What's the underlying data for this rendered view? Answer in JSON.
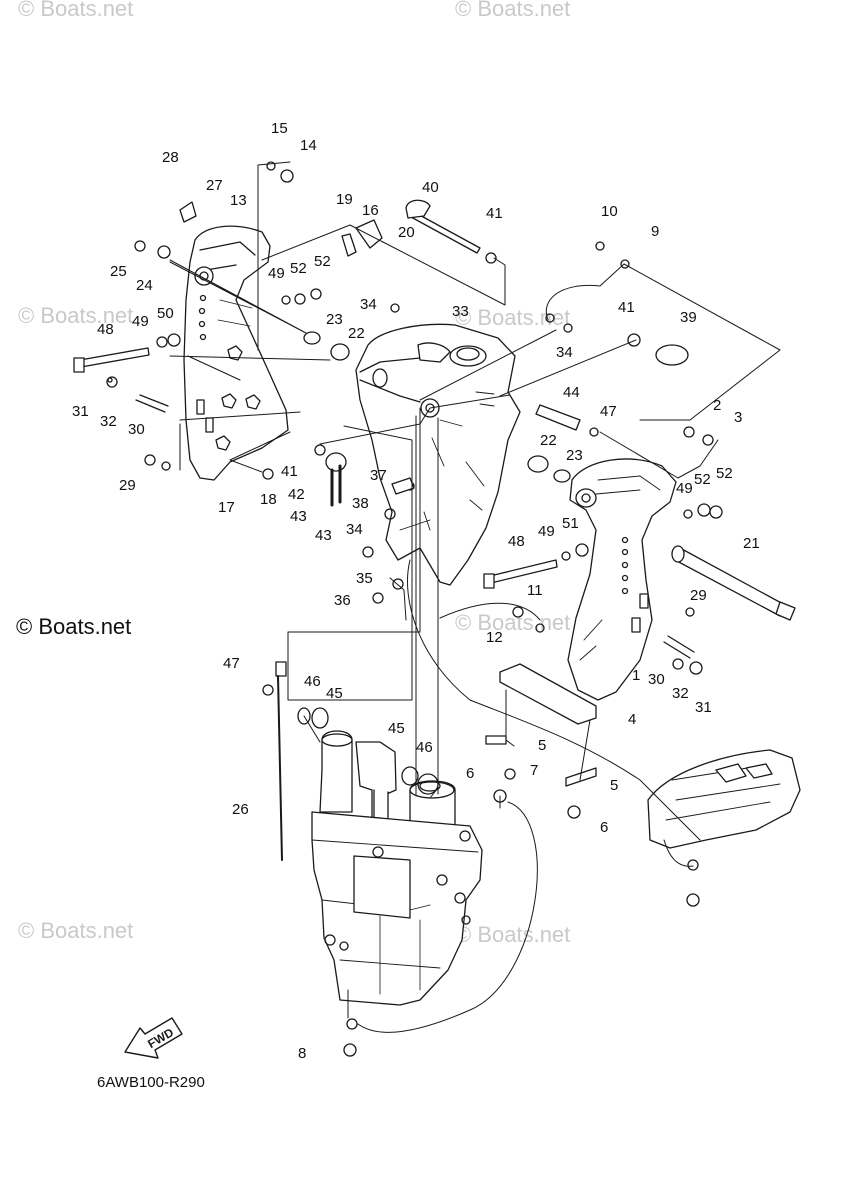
{
  "diagram": {
    "part_code": "6AWB100-R290",
    "fwd_label": "FWD",
    "watermark_text": "© Boats.net",
    "callout_labels": [
      "1",
      "2",
      "3",
      "4",
      "5",
      "6",
      "7",
      "8",
      "9",
      "10",
      "11",
      "12",
      "13",
      "14",
      "15",
      "16",
      "17",
      "18",
      "19",
      "20",
      "21",
      "22",
      "23",
      "24",
      "25",
      "26",
      "27",
      "28",
      "29",
      "30",
      "31",
      "32",
      "33",
      "34",
      "35",
      "36",
      "37",
      "38",
      "39",
      "40",
      "41",
      "42",
      "43",
      "44",
      "45",
      "46",
      "47",
      "48",
      "49",
      "50",
      "51",
      "52"
    ]
  },
  "colors": {
    "line": "#1a1a1a",
    "watermark": "#c9c9c9",
    "fill": "#ffffff"
  }
}
